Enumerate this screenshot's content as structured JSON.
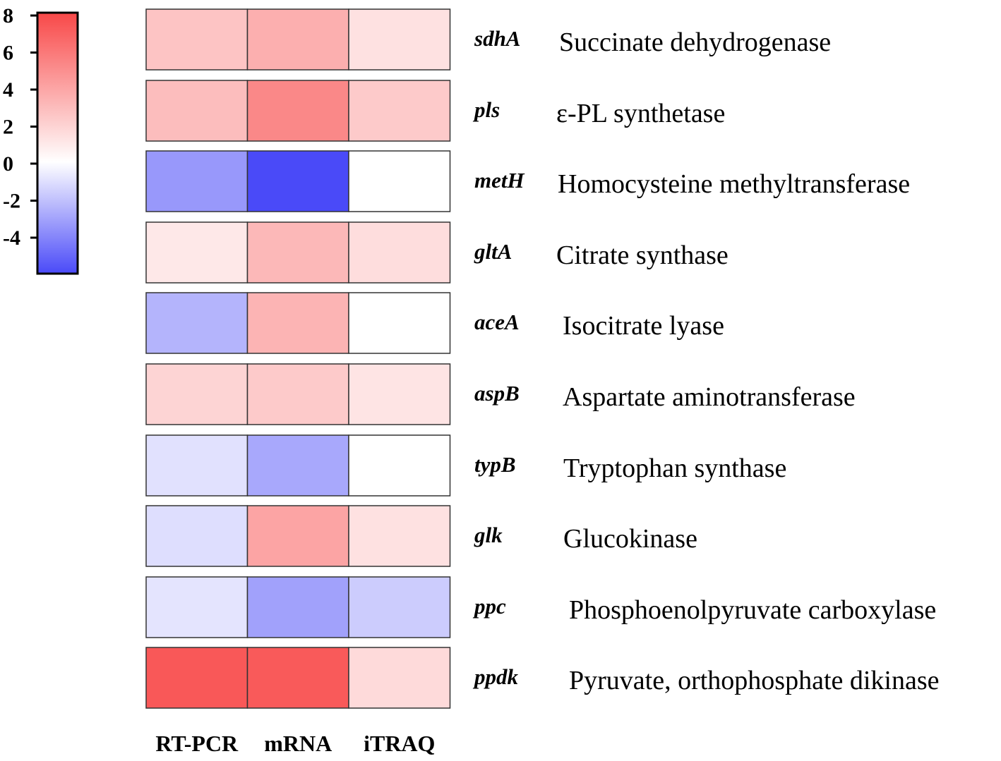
{
  "chart_data": {
    "type": "heatmap",
    "columns": [
      "RT-PCR",
      "mRNA",
      "iTRAQ"
    ],
    "rows": [
      {
        "gene": "sdhA",
        "description": "Succinate dehydrogenase",
        "values": [
          2.6,
          3.5,
          1.3
        ]
      },
      {
        "gene": "pls",
        "description": "ε-PL synthetase",
        "values": [
          2.9,
          5.2,
          2.3
        ]
      },
      {
        "gene": "metH",
        "description": "Homocysteine methyltransferase",
        "values": [
          -3.4,
          -6.0,
          0.0
        ]
      },
      {
        "gene": "gltA",
        "description": "Citrate synthase",
        "values": [
          1.0,
          3.1,
          1.5
        ]
      },
      {
        "gene": "aceA",
        "description": "Isocitrate lyase",
        "values": [
          -2.5,
          3.3,
          0.0
        ]
      },
      {
        "gene": "aspB",
        "description": "Aspartate aminotransferase",
        "values": [
          1.9,
          2.3,
          1.2
        ]
      },
      {
        "gene": "typB",
        "description": "Tryptophan synthase",
        "values": [
          -1.0,
          -2.9,
          0.0
        ]
      },
      {
        "gene": "glk",
        "description": "Glucokinase",
        "values": [
          -1.1,
          4.0,
          1.3
        ]
      },
      {
        "gene": "ppc",
        "description": "Phosphoenolpyruvate carboxylase",
        "values": [
          -0.9,
          -3.1,
          -1.7
        ]
      },
      {
        "gene": "ppdk",
        "description": "Pyruvate, orthophosphate dikinase",
        "values": [
          7.3,
          7.2,
          1.6
        ]
      }
    ],
    "colorbar": {
      "ticks": [
        "8",
        "6",
        "4",
        "2",
        "0",
        "-2",
        "-4"
      ],
      "tick_values": [
        8,
        6,
        4,
        2,
        0,
        -2,
        -4
      ],
      "min": -6,
      "max": 8,
      "colors": {
        "high": "#f84848",
        "mid": "#ffffff",
        "low": "#4a4af8"
      }
    }
  }
}
